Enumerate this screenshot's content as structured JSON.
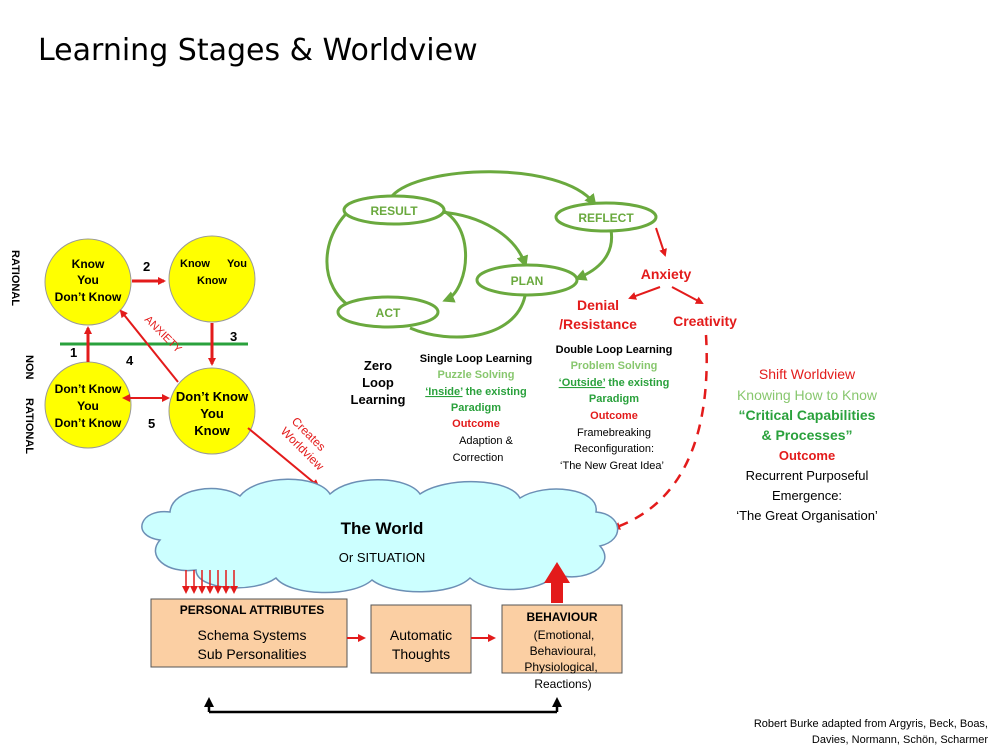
{
  "title": "Learning Stages & Worldview",
  "side_labels": {
    "rational": "RATIONAL",
    "non": "NON",
    "rational2": "RATIONAL"
  },
  "stages": {
    "know_dont_know": [
      "Know",
      "You",
      "Don’t Know"
    ],
    "know_you_know": [
      "Know",
      "You",
      "Know"
    ],
    "dont_know_dont_know": [
      "Don’t Know",
      "You",
      "Don’t Know"
    ],
    "dont_know_you_know": [
      "Don’t Know",
      "You",
      "Know"
    ],
    "numbers": [
      "1",
      "2",
      "3",
      "4",
      "5"
    ],
    "anxiety": "ANXIETY",
    "creates_worldview": [
      "Creates",
      "Worldview"
    ]
  },
  "loop": {
    "result": "RESULT",
    "reflect": "REFLECT",
    "plan": "PLAN",
    "act": "ACT"
  },
  "reflect_branch": {
    "anxiety": "Anxiety",
    "denial": [
      "Denial",
      "/Resistance"
    ],
    "creativity": "Creativity"
  },
  "zero_loop": [
    "Zero",
    "Loop",
    "Learning"
  ],
  "single_loop": {
    "heading": "Single Loop Learning",
    "line1": "Puzzle Solving",
    "inside": "‘Inside’",
    "inside_rest": " the existing",
    "paradigm": "Paradigm",
    "outcome": "Outcome",
    "result1": "Adaption &",
    "result2": "Correction"
  },
  "double_loop": {
    "heading": "Double Loop Learning",
    "line1": "Problem Solving",
    "outside": "‘Outside’",
    "outside_rest": " the existing",
    "paradigm": "Paradigm",
    "outcome": "Outcome",
    "result1": "Framebreaking",
    "result2": "Reconfiguration:",
    "result3": "‘The New Great Idea’"
  },
  "shift": {
    "line1": "Shift Worldview",
    "line2": "Knowing How to Know",
    "line3": "“Critical Capabilities",
    "line4": "& Processes”",
    "outcome": "Outcome",
    "result1": "Recurrent Purposeful",
    "result2": "Emergence:",
    "result3": "‘The Great Organisation’"
  },
  "world": {
    "title": "The World",
    "subtitle": "Or SITUATION"
  },
  "boxes": {
    "personal_title": "PERSONAL ATTRIBUTES",
    "personal_line1": "Schema Systems",
    "personal_line2": "Sub Personalities",
    "automatic": [
      "Automatic",
      "Thoughts"
    ],
    "behaviour_title": "BEHAVIOUR",
    "behaviour_lines": [
      "(Emotional,",
      "Behavioural,",
      "Physiological,",
      "Reactions)"
    ]
  },
  "credit": {
    "line1": "Robert Burke adapted from Argyris, Beck, Boas,",
    "line2": "Davies, Normann, Schön, Scharmer"
  },
  "colors": {
    "stage_fill": "#ffff00",
    "box_fill": "#fbcfa3",
    "cloud_fill": "#ccffff",
    "arrow_red": "#e31b1b",
    "loop_green": "#6aa93e",
    "divider_green": "#2aa13c"
  }
}
